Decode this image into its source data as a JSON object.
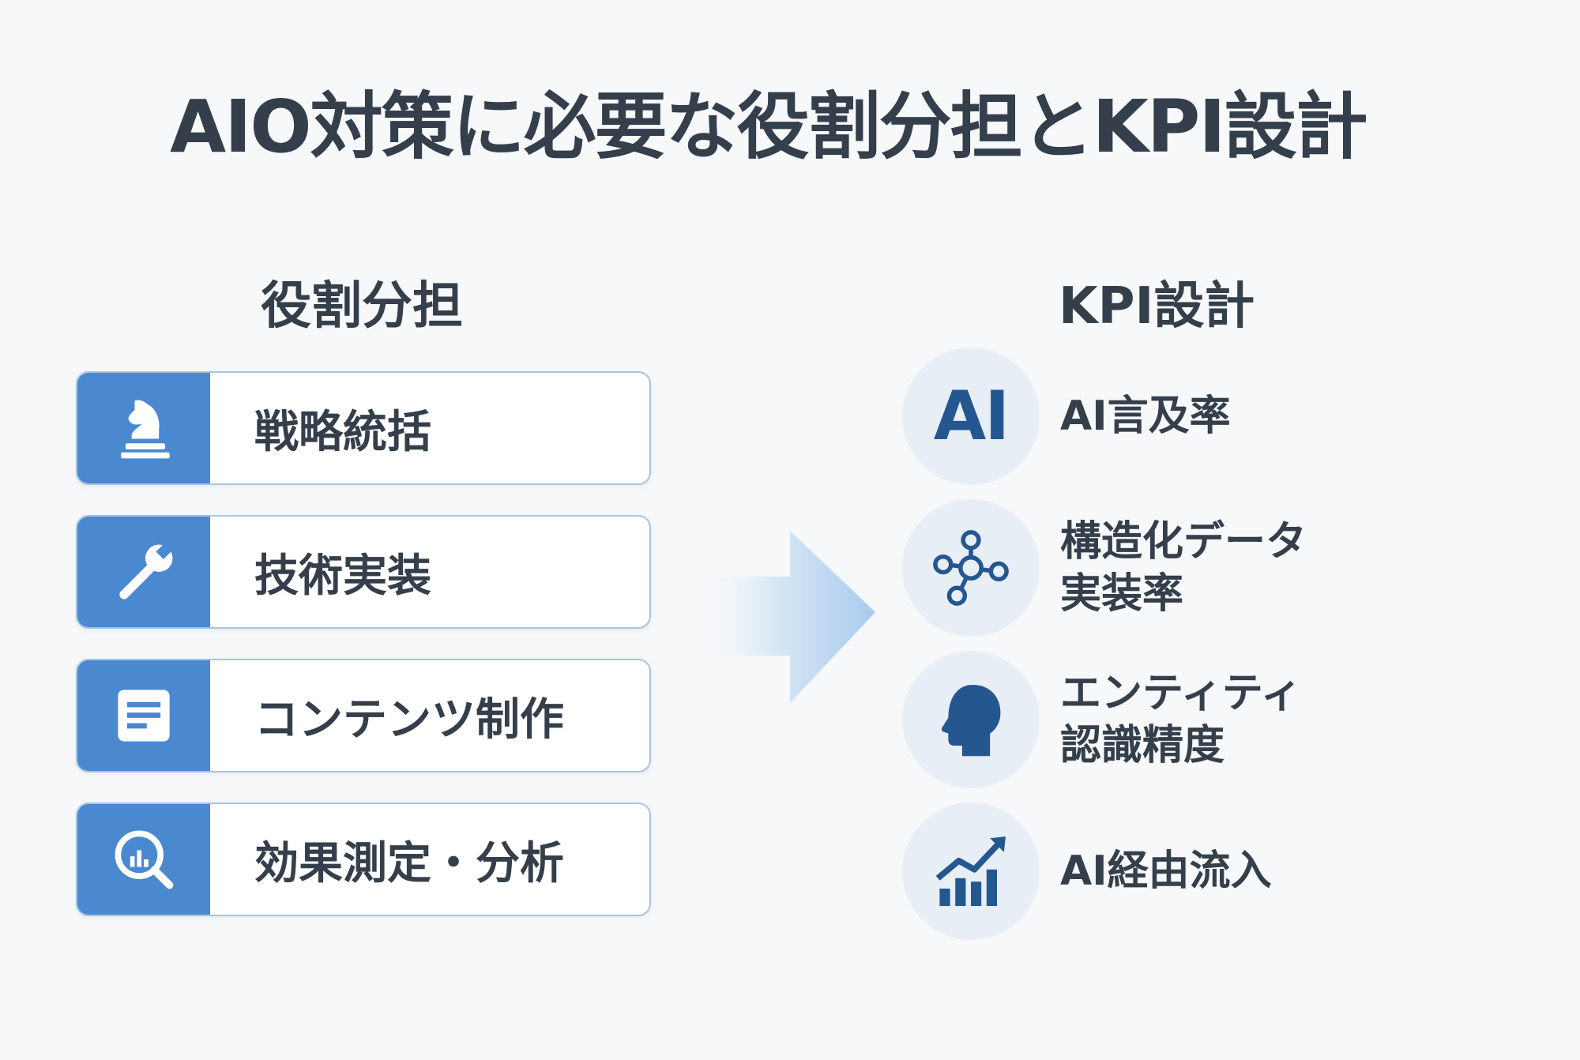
{
  "title": "AIO対策に必要な役割分担とKPI設計",
  "roles": {
    "heading": "役割分担",
    "items": [
      {
        "label": "戦略統括",
        "icon": "chess-knight-icon"
      },
      {
        "label": "技術実装",
        "icon": "wrench-icon"
      },
      {
        "label": "コンテンツ制作",
        "icon": "document-icon"
      },
      {
        "label": "効果測定・分析",
        "icon": "magnifier-chart-icon"
      }
    ]
  },
  "kpi": {
    "heading": "KPI設計",
    "items": [
      {
        "icon_text": "AI",
        "lines": [
          "AI言及率"
        ],
        "icon": "ai-text-icon"
      },
      {
        "lines": [
          "構造化データ",
          "実装率"
        ],
        "icon": "network-nodes-icon"
      },
      {
        "lines": [
          "エンティティ",
          "認識精度"
        ],
        "icon": "head-profile-icon"
      },
      {
        "lines": [
          "AI経由流入"
        ],
        "icon": "growth-chart-icon"
      }
    ]
  },
  "colors": {
    "accent": "#4a88d0",
    "icon_dark": "#24578f",
    "circle_bg": "#e8eef5",
    "card_border": "#a9c4df",
    "text": "#343f4b",
    "background": "#f6f8f9"
  }
}
